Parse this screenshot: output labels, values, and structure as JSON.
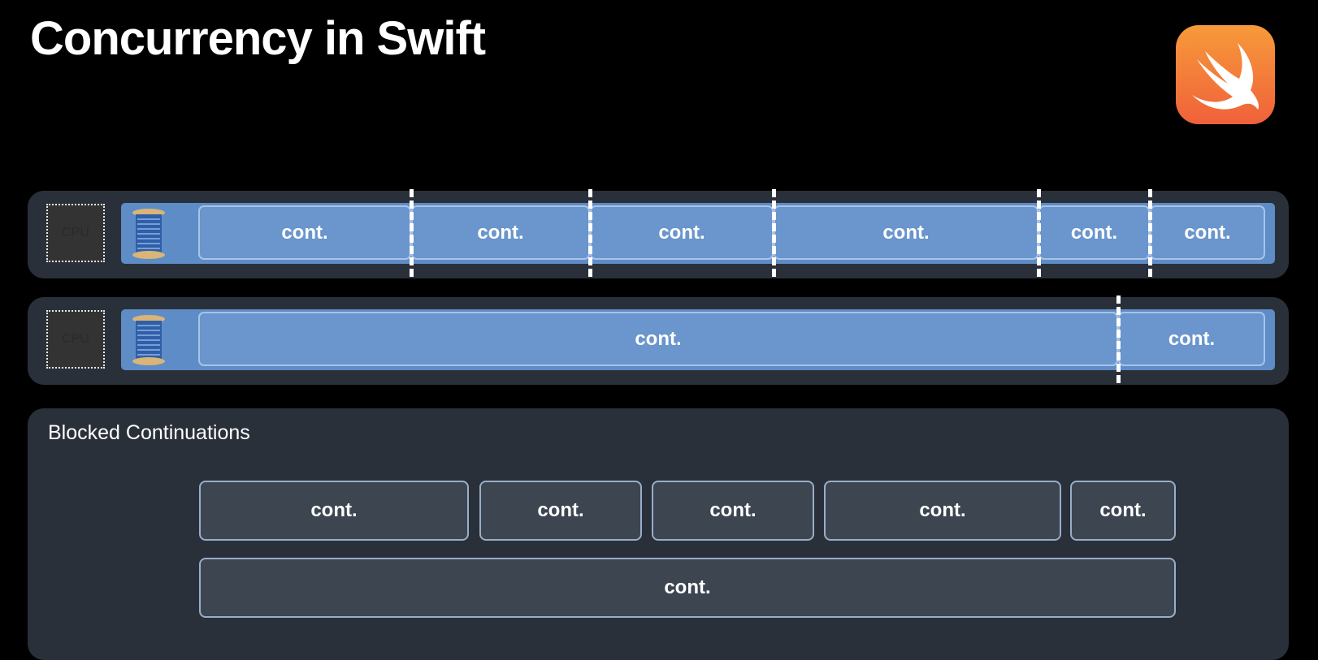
{
  "title": "Concurrency in Swift",
  "logo": {
    "icon": "swift-bird-icon",
    "gradient": [
      "#f79a3a",
      "#f0613a"
    ]
  },
  "colors": {
    "background": "#000000",
    "panel": "#2a3039",
    "thread_bar": "#5e8cc6",
    "continuation_active": "#6a95cd",
    "continuation_blocked": "#3c4550"
  },
  "lanes": [
    {
      "cpu_label": "CPU",
      "thread_icon": "thread-spool-icon",
      "continuations": [
        "cont.",
        "cont.",
        "cont.",
        "cont.",
        "cont.",
        "cont."
      ]
    },
    {
      "cpu_label": "CPU",
      "thread_icon": "thread-spool-icon",
      "continuations": [
        "cont.",
        "cont."
      ]
    }
  ],
  "blocked": {
    "title": "Blocked Continuations",
    "row1": [
      "cont.",
      "cont.",
      "cont.",
      "cont.",
      "cont."
    ],
    "row2": [
      "cont."
    ]
  }
}
